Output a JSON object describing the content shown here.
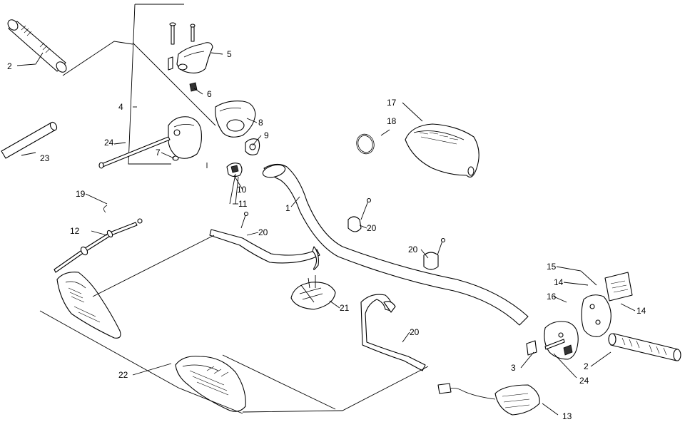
{
  "diagram": {
    "callouts": {
      "c1": "1",
      "c2a": "2",
      "c2b": "2",
      "c3": "3",
      "c4": "4",
      "c5": "5",
      "c6": "6",
      "c7": "7",
      "c8": "8",
      "c9": "9",
      "c10": "10",
      "c11": "11",
      "c12": "12",
      "c13": "13",
      "c14a": "14",
      "c14b": "14",
      "c15": "15",
      "c16": "16",
      "c17": "17",
      "c18": "18",
      "c19": "19",
      "c20a": "20",
      "c20b": "20",
      "c20c": "20",
      "c20d": "20",
      "c21": "21",
      "c22": "22",
      "c23": "23",
      "c24a": "24",
      "c24b": "24"
    }
  }
}
